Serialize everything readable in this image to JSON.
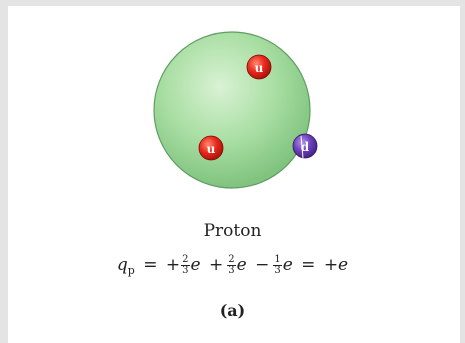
{
  "figure": {
    "name": "Proton",
    "panel": "(a)",
    "equation": {
      "lhs_symbol": "q",
      "lhs_subscript": "p",
      "equals": "=",
      "terms": [
        {
          "sign": "+",
          "num": "2",
          "den": "3",
          "symbol": "e"
        },
        {
          "sign": "+",
          "num": "2",
          "den": "3",
          "symbol": "e"
        },
        {
          "sign": "−",
          "num": "1",
          "den": "3",
          "symbol": "e"
        }
      ],
      "result": "+e"
    },
    "quarks": [
      {
        "label": "u",
        "color": "#e8231b"
      },
      {
        "label": "u",
        "color": "#e8231b"
      },
      {
        "label": "d",
        "color": "#6b3fb5"
      }
    ],
    "colors": {
      "proton_fill": "#92d492",
      "proton_highlight": "#d9f2d4",
      "proton_edge": "#5e9e62",
      "background": "#e4e4e4"
    }
  }
}
